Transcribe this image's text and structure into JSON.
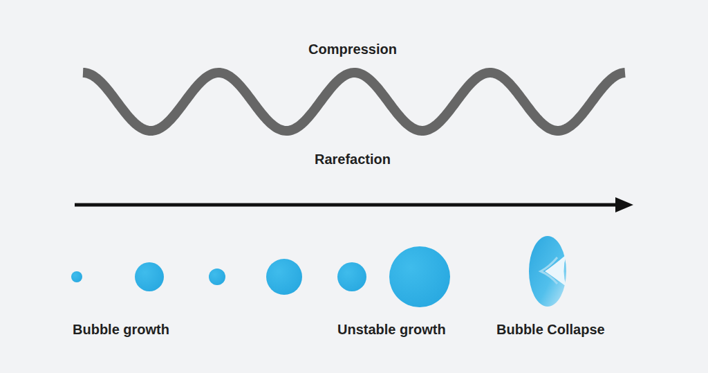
{
  "diagram": {
    "labels": [
      "Compression",
      "Rarefaction",
      "Bubble growth",
      "Unstable growth",
      "Bubble Collapse"
    ]
  }
}
